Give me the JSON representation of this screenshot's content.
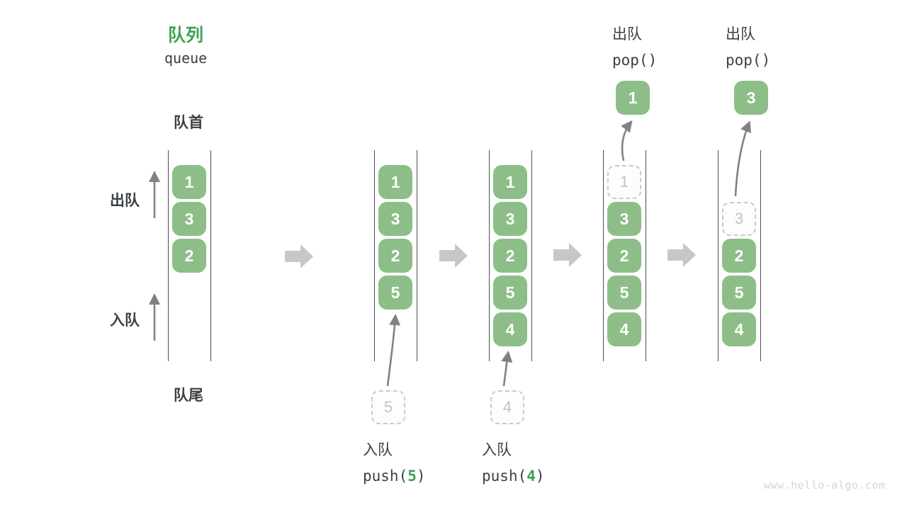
{
  "title": {
    "zh": "队列",
    "en": "queue"
  },
  "labels": {
    "front": "队首",
    "rear": "队尾",
    "dequeue": "出队",
    "enqueue": "入队"
  },
  "watermark": "www.hello-algo.com",
  "colors": {
    "box_green": "#8dbe88",
    "accent_green": "#3ea250",
    "text_dark": "#3b4045",
    "block_arrow": "#c7c7c7",
    "thin_arrow": "#808285",
    "dashed_border": "#cacaca",
    "dashed_text": "#c2c2c2",
    "wall": "#4a4d50"
  },
  "states": [
    {
      "name": "initial",
      "cells": [
        "1",
        "3",
        "2"
      ]
    },
    {
      "name": "after-push-5",
      "cells": [
        "1",
        "3",
        "2",
        "5"
      ],
      "pending": "5",
      "caption_zh": "入队",
      "code_fn": "push(",
      "code_arg": "5",
      "code_close": ")"
    },
    {
      "name": "after-push-4",
      "cells": [
        "1",
        "3",
        "2",
        "5",
        "4"
      ],
      "pending": "4",
      "caption_zh": "入队",
      "code_fn": "push(",
      "code_arg": "4",
      "code_close": ")"
    },
    {
      "name": "after-pop-1",
      "ghost": "1",
      "cells": [
        "3",
        "2",
        "5",
        "4"
      ],
      "popped": "1",
      "caption_zh": "出队",
      "code": "pop()"
    },
    {
      "name": "after-pop-3",
      "ghost": "3",
      "cells": [
        "2",
        "5",
        "4"
      ],
      "popped": "3",
      "caption_zh": "出队",
      "code": "pop()"
    }
  ]
}
